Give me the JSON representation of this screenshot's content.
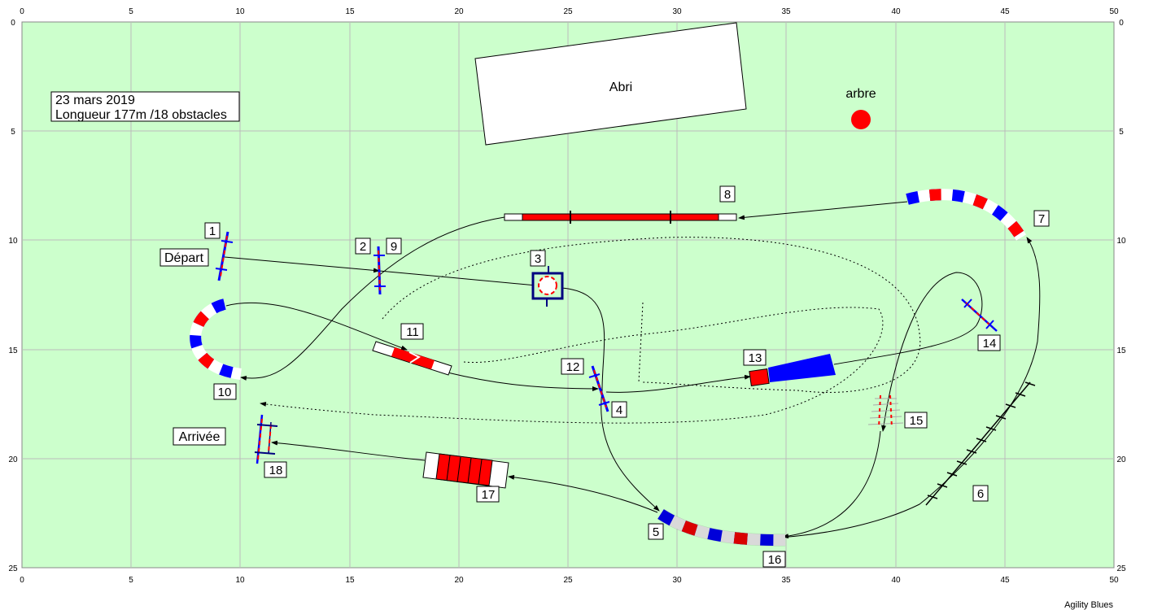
{
  "axis": {
    "x_ticks": [
      "0",
      "5",
      "10",
      "15",
      "20",
      "25",
      "30",
      "35",
      "40",
      "45",
      "50"
    ],
    "y_ticks": [
      "0",
      "5",
      "10",
      "15",
      "20",
      "25"
    ]
  },
  "info": {
    "date": "23 mars 2019",
    "summary": "Longueur 177m /18 obstacles"
  },
  "landmarks": {
    "shelter": "Abri",
    "tree": "arbre",
    "start": "Départ",
    "finish": "Arrivée"
  },
  "obstacle_numbers": {
    "n1": "1",
    "n2": "2",
    "n3": "3",
    "n4": "4",
    "n5": "5",
    "n6": "6",
    "n7": "7",
    "n8": "8",
    "n9": "9",
    "n10": "10",
    "n11": "11",
    "n12": "12",
    "n13": "13",
    "n14": "14",
    "n15": "15",
    "n16": "16",
    "n17": "17",
    "n18": "18"
  },
  "footer": "Agility Blues",
  "colors": {
    "field": "#ccffcc",
    "grid": "#bbbbbb",
    "red": "#ff0000",
    "blue": "#0000ff",
    "tree": "#ff0000"
  }
}
